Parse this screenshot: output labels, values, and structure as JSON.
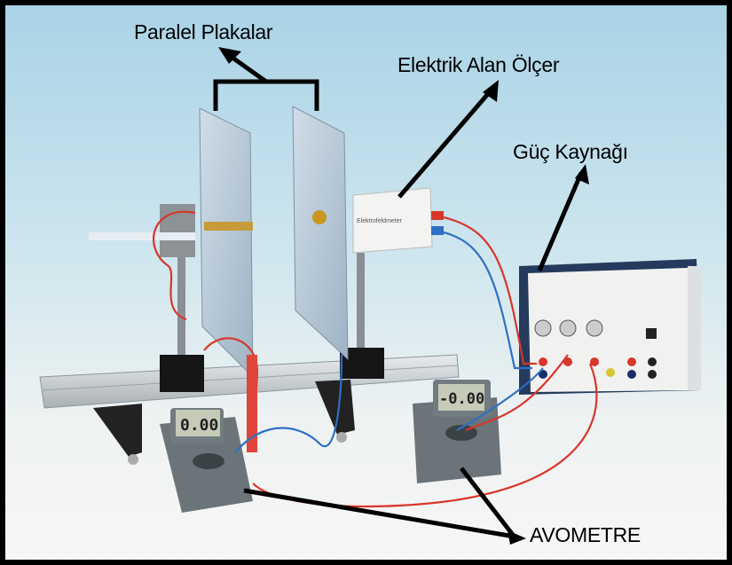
{
  "labels": {
    "plates": "Paralel Plakalar",
    "field_meter": "Elektrik Alan Ölçer",
    "power_supply": "Güç Kaynağı",
    "multimeter": "AVOMETRE"
  },
  "devices": {
    "field_meter_text": "Elektrofeldmeter",
    "multimeter_left_reading": "0.00",
    "multimeter_right_reading": "-0.00"
  },
  "colors": {
    "background_top": "#bfe0ee",
    "background_bottom": "#f4f6f6",
    "frame": "#000000",
    "red_cable": "#d8362b",
    "blue_cable": "#2f6fc4",
    "annotation": "#000000"
  }
}
